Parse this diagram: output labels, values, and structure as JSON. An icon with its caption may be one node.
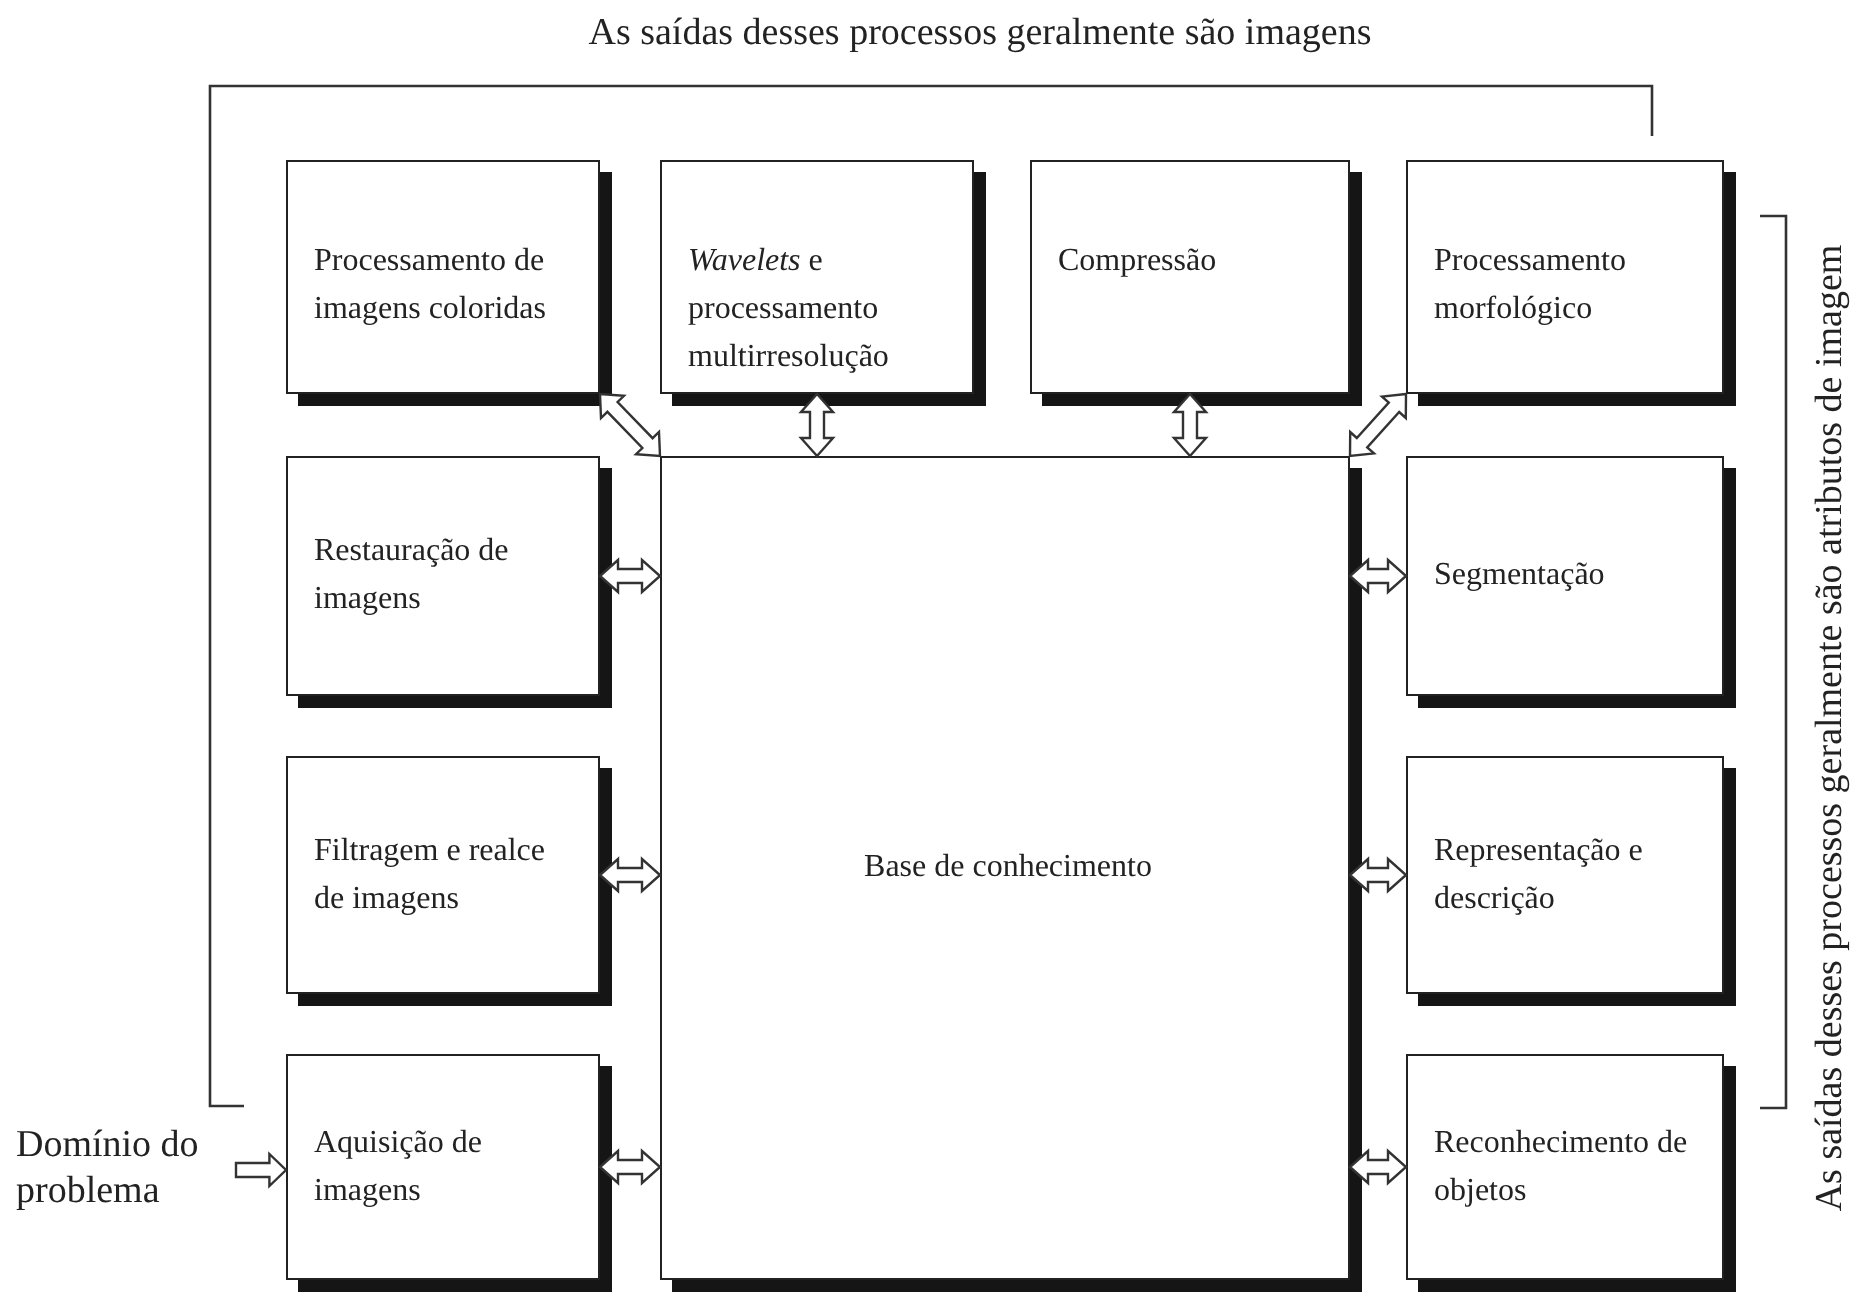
{
  "diagram": {
    "nodes": [
      {
        "text": [
          "Processamento de imagens coloridas"
        ]
      },
      {
        "text": [
          "*Wavelets* e processamento multirresolução"
        ]
      },
      {
        "text": [
          "Compressão"
        ]
      },
      {
        "text": [
          "Processamento morfológico"
        ]
      },
      {
        "text": [
          "Restauração de imagens"
        ]
      },
      {
        "text": [
          "Base de conhecimento"
        ]
      },
      {
        "text": [
          "Segmentação"
        ]
      },
      {
        "text": [
          "Filtragem e realce de imagens"
        ]
      },
      {
        "text": [
          "Representação e descrição"
        ]
      },
      {
        "text": [
          "Domínio do problema"
        ]
      },
      {
        "text": [
          "Aquisição de imagens"
        ]
      },
      {
        "text": [
          "Reconhecimento de objetos"
        ]
      }
    ],
    "edges": [
      {
        "from": 9,
        "to": 10,
        "arrow": "to"
      },
      {
        "from": 10,
        "to": 5,
        "arrow": "both"
      },
      {
        "from": 7,
        "to": 5,
        "arrow": "both"
      },
      {
        "from": 4,
        "to": 5,
        "arrow": "both"
      },
      {
        "from": 0,
        "to": 5,
        "arrow": "both"
      },
      {
        "from": 1,
        "to": 5,
        "arrow": "both"
      },
      {
        "from": 2,
        "to": 5,
        "arrow": "both"
      },
      {
        "from": 3,
        "to": 5,
        "arrow": "both"
      },
      {
        "from": 5,
        "to": 6,
        "arrow": "both"
      },
      {
        "from": 5,
        "to": 8,
        "arrow": "both"
      },
      {
        "from": 5,
        "to": 11,
        "arrow": "both"
      }
    ],
    "labels": [
      "As saídas desses processos geralmente são imagens",
      "As saídas desses processos geralmente são atributos de imagem"
    ]
  }
}
